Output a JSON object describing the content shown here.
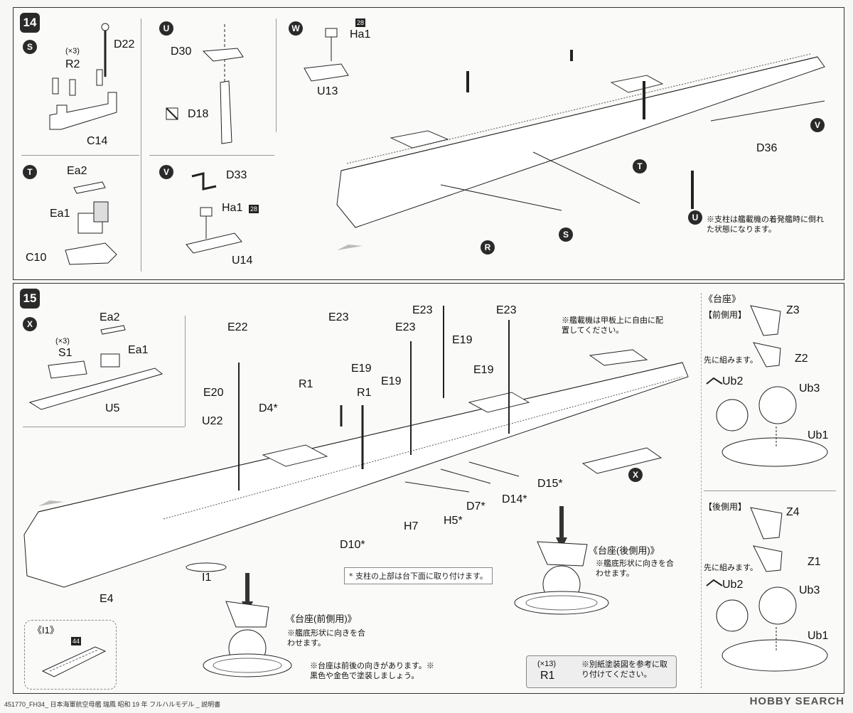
{
  "step14": {
    "number": "14",
    "sub_s": {
      "marker": "S",
      "parts": {
        "qty": "(×3)",
        "r2": "R2",
        "d22": "D22",
        "c14": "C14"
      }
    },
    "sub_u": {
      "marker": "U",
      "parts": {
        "d30": "D30",
        "d18": "D18"
      }
    },
    "sub_w": {
      "marker": "W",
      "parts": {
        "ha1": "Ha1",
        "ha1_num": "28",
        "u13": "U13"
      }
    },
    "sub_t": {
      "marker": "T",
      "parts": {
        "ea2": "Ea2",
        "ea1": "Ea1",
        "c10": "C10"
      }
    },
    "sub_v": {
      "marker": "V",
      "parts": {
        "d33": "D33",
        "ha1": "Ha1",
        "ha1_num": "28",
        "u14": "U14"
      }
    },
    "ship": {
      "d36": "D36",
      "markers": [
        "V",
        "T",
        "U",
        "S",
        "R"
      ],
      "note": "※支柱は艦載機の着発艦時に倒れた状態になります。"
    }
  },
  "step15": {
    "number": "15",
    "sub_x": {
      "marker": "X",
      "parts": {
        "qty": "(×3)",
        "s1": "S1",
        "ea2": "Ea2",
        "ea1": "Ea1",
        "u5": "U5"
      }
    },
    "ship": {
      "labels": {
        "e22": "E22",
        "e20": "E20",
        "u22": "U22",
        "d4": "D4*",
        "r1a": "R1",
        "r1b": "R1",
        "e23a": "E23",
        "e23b": "E23",
        "e23c": "E23",
        "e23d": "E23",
        "e19a": "E19",
        "e19b": "E19",
        "e19c": "E19",
        "e19d": "E19",
        "d15": "D15*",
        "d14": "D14*",
        "d7": "D7*",
        "h5": "H5*",
        "h7": "H7",
        "d10": "D10*",
        "e4": "E4",
        "i1": "I1",
        "x": "X"
      },
      "aircraft_note": "※艦載機は甲板上に自由に配置してください。",
      "strut_note": "* 支柱の上部は台下面に取り付けます。"
    },
    "stand_front": {
      "title": "《台座(前側用)》",
      "note": "※艦底形状に向きを合わせます。"
    },
    "stand_rear": {
      "title": "《台座(後側用)》",
      "note": "※艦底形状に向きを合わせます。"
    },
    "stand_notes": "※台座は前後の向きがあります。※黒色や金色で塗装しましょう。",
    "i1_inset": {
      "title": "《I1》",
      "num": "44"
    },
    "r1_box": {
      "qty": "(×13)",
      "part": "R1",
      "note": "※別紙塗装図を参考に取り付けてください。"
    },
    "base": {
      "title": "《台座》",
      "front": {
        "heading": "【前側用】",
        "z_top": "Z3",
        "z_mid": "Z2",
        "pre": "先に組みます。",
        "warn": "Ub2",
        "ub3": "Ub3",
        "ub1": "Ub1"
      },
      "rear": {
        "heading": "【後側用】",
        "z_top": "Z4",
        "z_mid": "Z1",
        "pre": "先に組みます。",
        "warn": "Ub2",
        "ub3": "Ub3",
        "ub1": "Ub1"
      }
    }
  },
  "footer": "451770_FH34_ 日本海軍航空母艦 瑞鳳 昭和 19 年 フルハルモデル _ 説明書",
  "watermark": "HOBBY SEARCH"
}
